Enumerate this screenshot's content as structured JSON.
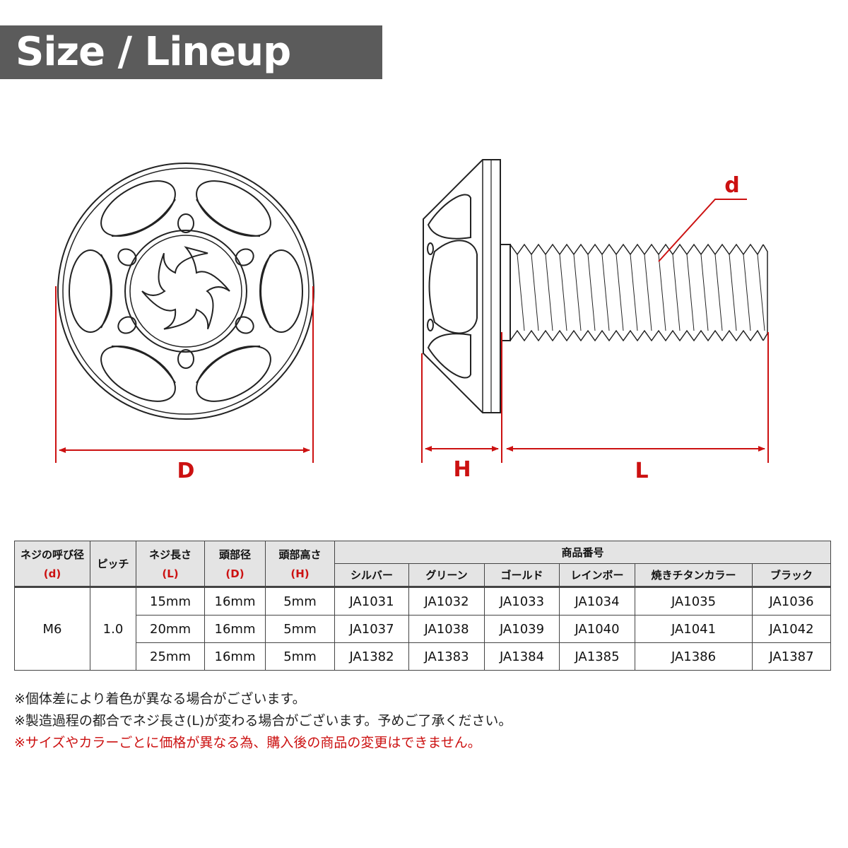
{
  "title": "Size / Lineup",
  "dimensions": {
    "d": "d",
    "D": "D",
    "H": "H",
    "L": "L"
  },
  "colors": {
    "accent": "#cc1111",
    "title_bg": "#5b5b5b",
    "header_bg": "#e4e4e4"
  },
  "table": {
    "headers": {
      "thread": {
        "name": "ネジの呼び径",
        "symbol": "(d)"
      },
      "pitch": {
        "name": "ピッチ"
      },
      "length": {
        "name": "ネジ長さ",
        "symbol": "(L)"
      },
      "head_dia": {
        "name": "頭部径",
        "symbol": "(D)"
      },
      "head_height": {
        "name": "頭部高さ",
        "symbol": "(H)"
      },
      "product_no": "商品番号"
    },
    "colors": [
      "シルバー",
      "グリーン",
      "ゴールド",
      "レインボー",
      "焼きチタンカラー",
      "ブラック"
    ],
    "thread_value": "M6",
    "pitch_value": "1.0",
    "rows": [
      {
        "length": "15mm",
        "head_dia": "16mm",
        "head_height": "5mm",
        "codes": [
          "JA1031",
          "JA1032",
          "JA1033",
          "JA1034",
          "JA1035",
          "JA1036"
        ]
      },
      {
        "length": "20mm",
        "head_dia": "16mm",
        "head_height": "5mm",
        "codes": [
          "JA1037",
          "JA1038",
          "JA1039",
          "JA1040",
          "JA1041",
          "JA1042"
        ]
      },
      {
        "length": "25mm",
        "head_dia": "16mm",
        "head_height": "5mm",
        "codes": [
          "JA1382",
          "JA1383",
          "JA1384",
          "JA1385",
          "JA1386",
          "JA1387"
        ]
      }
    ]
  },
  "notes": [
    "※個体差により着色が異なる場合がございます。",
    "※製造過程の都合でネジ長さ(L)が変わる場合がございます。予めご了承ください。"
  ],
  "warning": "※サイズやカラーごとに価格が異なる為、購入後の商品の変更はできません。"
}
